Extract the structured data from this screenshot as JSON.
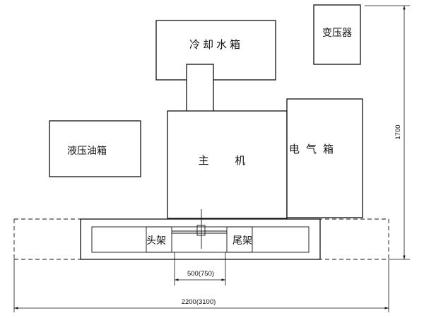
{
  "labels": {
    "cooling_tank": "冷却水箱",
    "transformer": "变压器",
    "hydraulic_tank": "液压油箱",
    "main_machine": "主 机",
    "electric_cabinet": "电气箱",
    "headstock": "头架",
    "tailstock": "尾架"
  },
  "dimensions": {
    "height": "1700",
    "spindle_gap": "500(750)",
    "total_length": "2200(3100)"
  }
}
